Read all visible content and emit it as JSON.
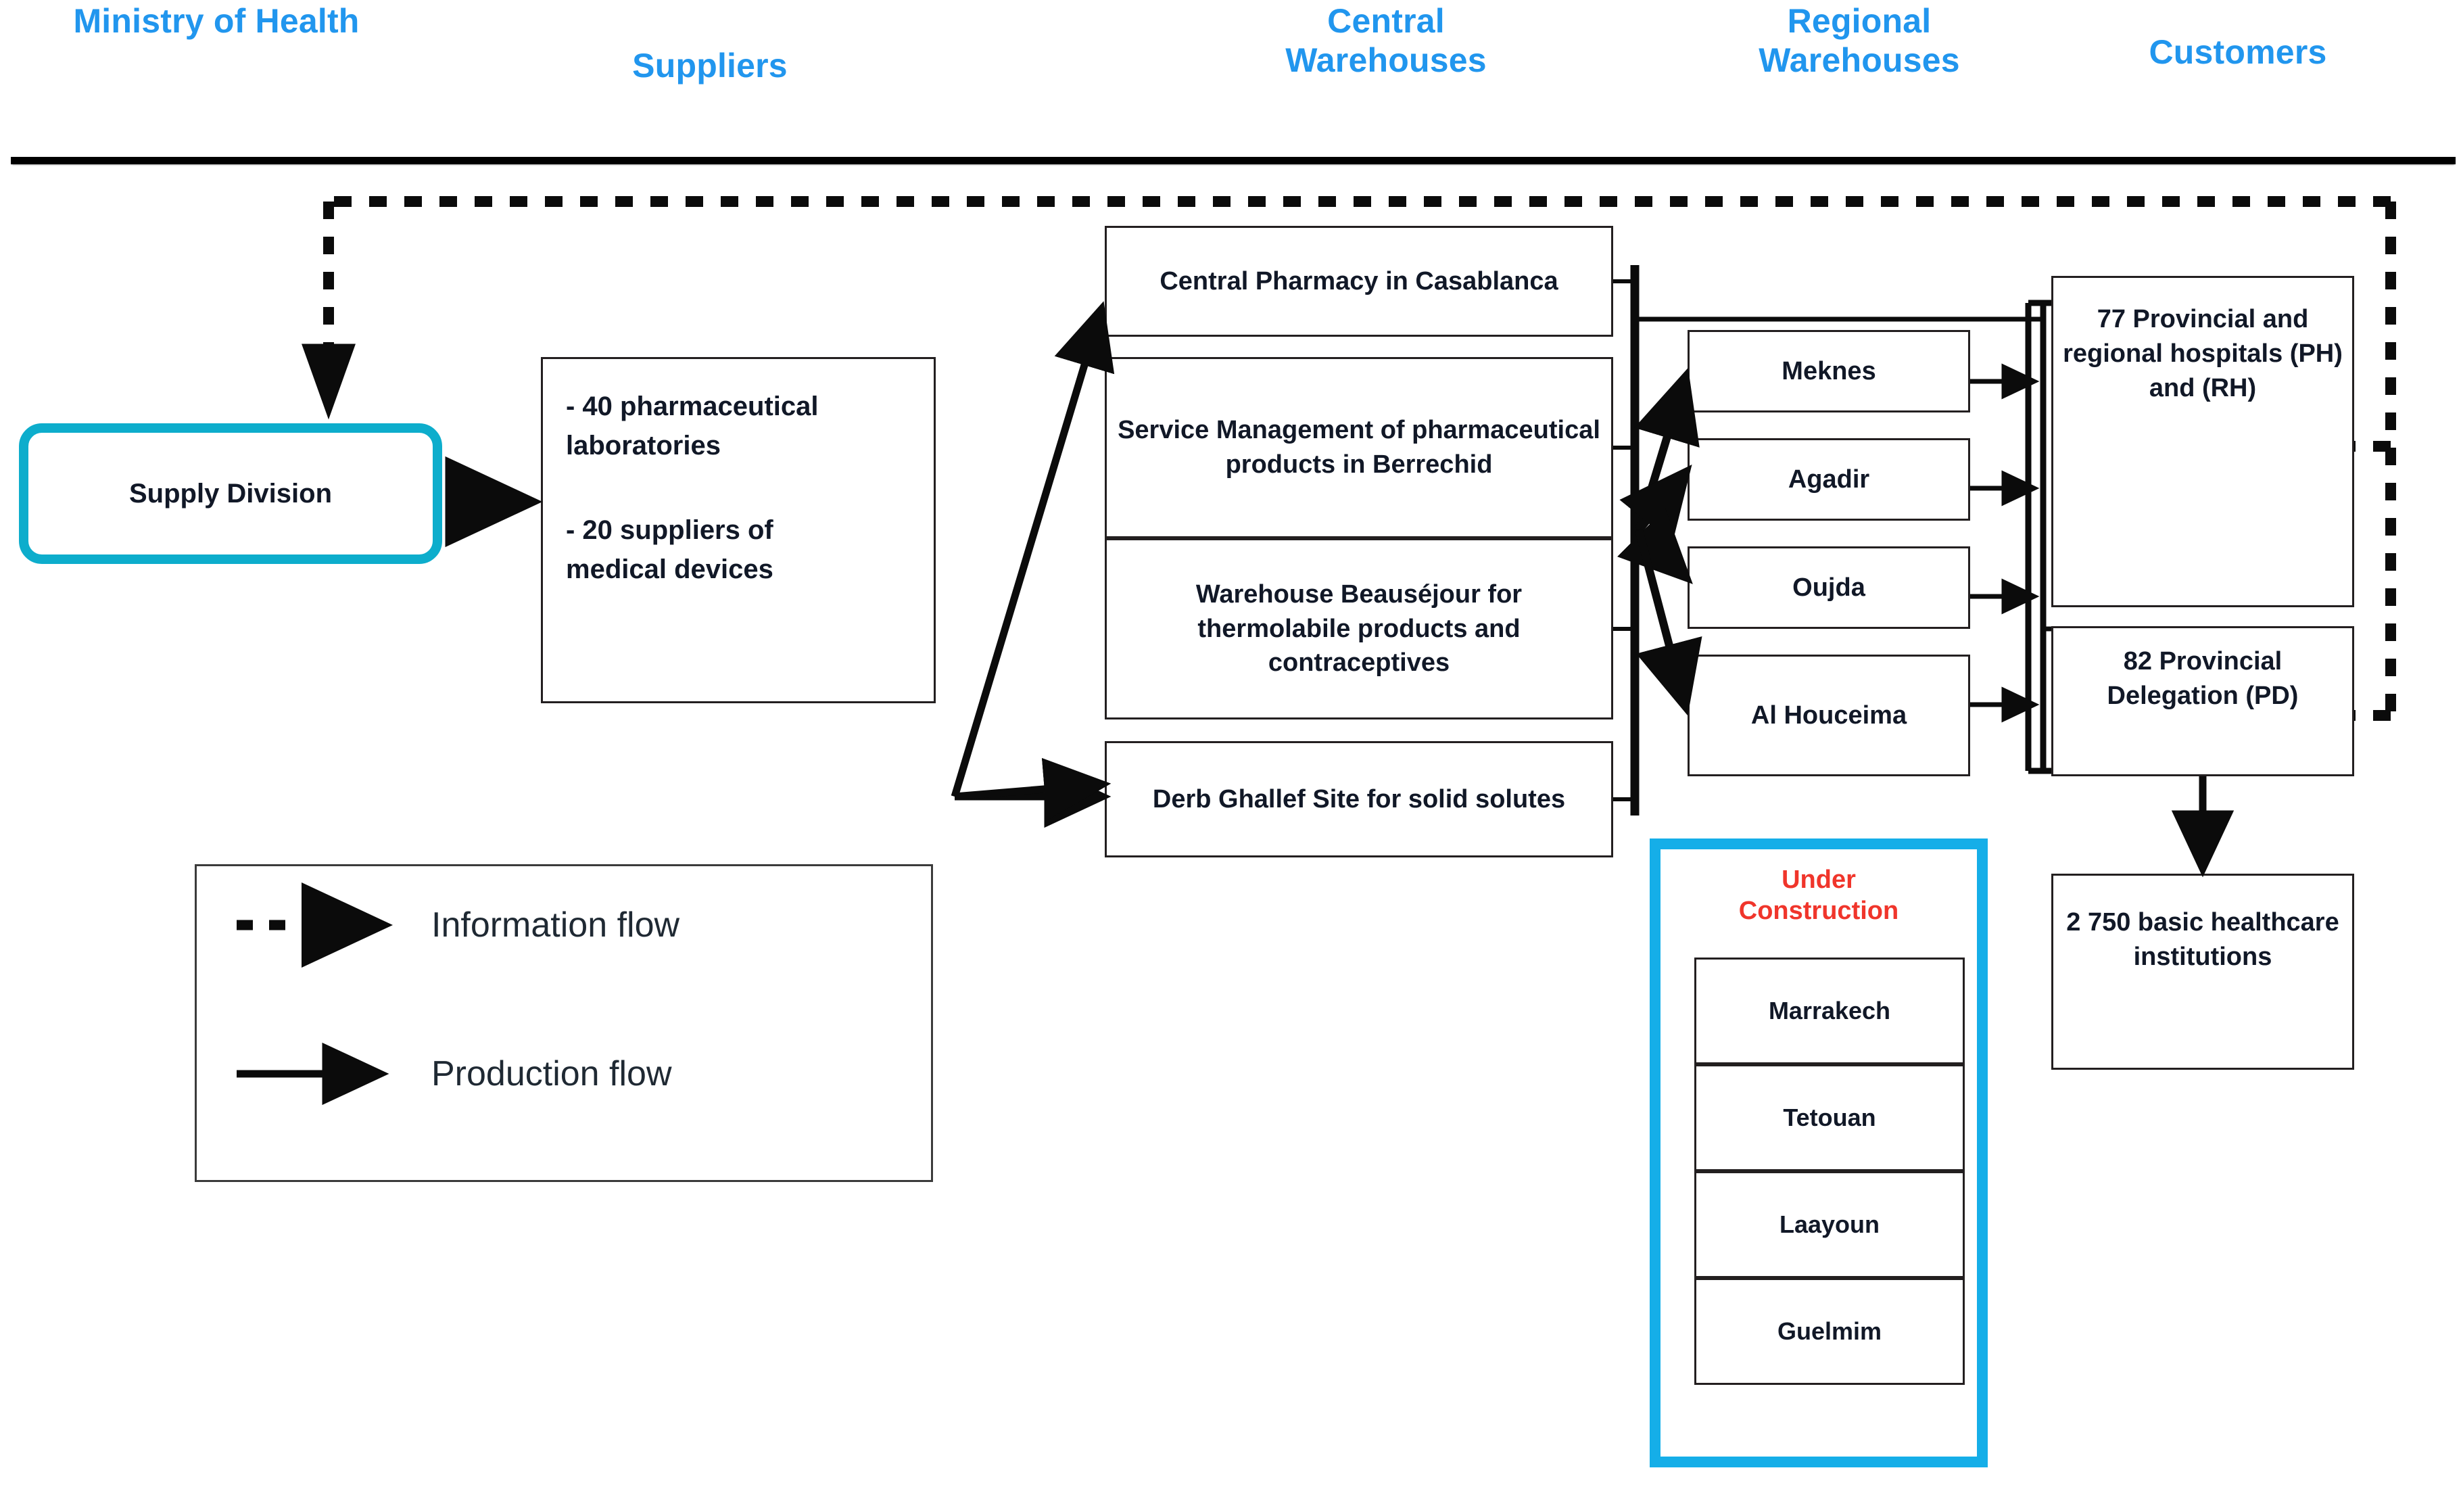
{
  "diagram": {
    "title": "Moroccan Ministry of Health pharmaceutical supply chain",
    "accent_blue": "#2196EE",
    "accent_cyan": "#0DADCC",
    "accent_cyan_frame": "#15AEE8",
    "accent_red": "#F0352B",
    "line_color": "#0b0b0b"
  },
  "columns": [
    {
      "id": "ministry",
      "label": "Ministry of Health"
    },
    {
      "id": "suppliers",
      "label": "Suppliers"
    },
    {
      "id": "central",
      "label": "Central\nWarehouses"
    },
    {
      "id": "regional",
      "label": "Regional\nWarehouses"
    },
    {
      "id": "customers",
      "label": "Customers"
    }
  ],
  "ministry": {
    "node": {
      "label": "Supply Division"
    }
  },
  "suppliers": {
    "node": {
      "line1": "- 40 pharmaceutical",
      "line2": "laboratories",
      "line3": "- 20 suppliers of",
      "line4": "medical devices"
    }
  },
  "central_warehouses": {
    "items": [
      {
        "label": "Central Pharmacy in Casablanca"
      },
      {
        "label": "Service Management of pharmaceutical products in Berrechid"
      },
      {
        "label": "Warehouse Beauséjour for thermolabile products and contraceptives"
      },
      {
        "label": "Derb Ghallef Site for solid solutes"
      }
    ]
  },
  "regional_warehouses": {
    "items": [
      {
        "label": "Meknes"
      },
      {
        "label": "Agadir"
      },
      {
        "label": "Oujda"
      },
      {
        "label": "Al Houceima"
      }
    ]
  },
  "under_construction": {
    "title": "Under\nConstruction",
    "items": [
      {
        "label": "Marrakech"
      },
      {
        "label": "Tetouan"
      },
      {
        "label": "Laayoun"
      },
      {
        "label": "Guelmim"
      }
    ]
  },
  "customers": {
    "items": [
      {
        "label": "77 Provincial and regional hospitals (PH) and (RH)"
      },
      {
        "label": "82 Provincial Delegation (PD)"
      },
      {
        "label": "2 750 basic healthcare institutions"
      }
    ]
  },
  "legend": {
    "entries": [
      {
        "id": "information-flow",
        "label": "Information flow",
        "style": "dotted"
      },
      {
        "id": "production-flow",
        "label": "Production flow",
        "style": "solid"
      }
    ]
  }
}
